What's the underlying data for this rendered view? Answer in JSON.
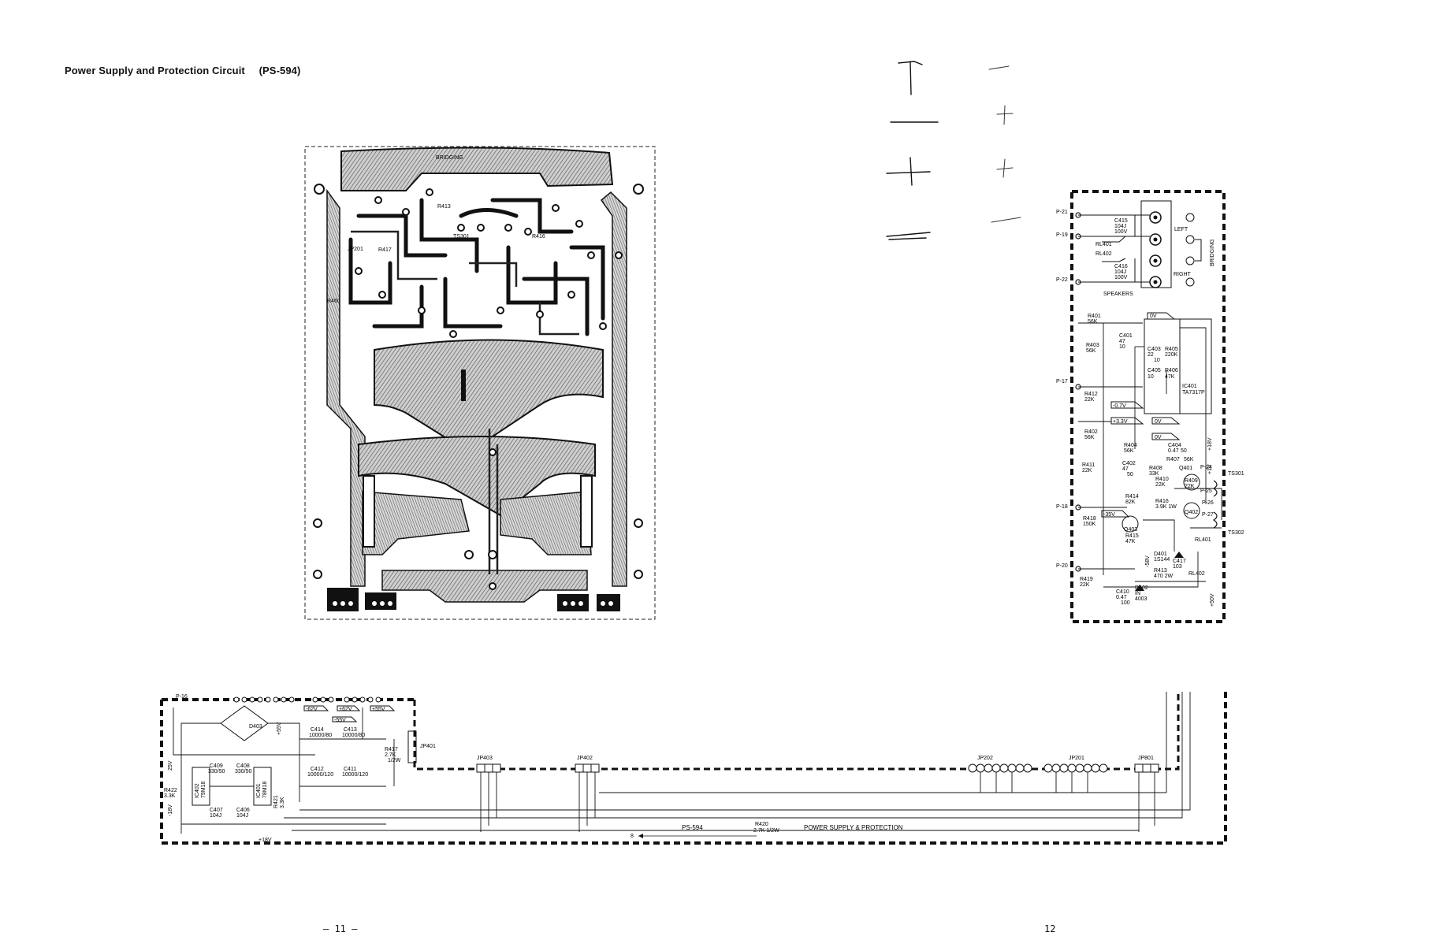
{
  "title": {
    "text": "Power Supply and Protection Circuit",
    "model": "(PS-594)"
  },
  "page_numbers": {
    "left": "– 11 –",
    "right": "12"
  },
  "pcb": {
    "labels": {
      "bridging": "BRIDGING",
      "r413": "R413",
      "r417": "R417",
      "r460": "R460",
      "ts301": "TS301",
      "r416": "R416",
      "jp201": "JP201"
    }
  },
  "protection": {
    "inputs": [
      "P-21",
      "P-19",
      "P-22",
      "P-17",
      "P-18",
      "P-20"
    ],
    "speaker": {
      "left": "LEFT",
      "right": "RIGHT",
      "bridging": "BRIDGING",
      "speakers": "SPEAKERS",
      "c415": [
        "C415",
        "104J",
        "100V"
      ],
      "c416": [
        "C416",
        "104J",
        "100V"
      ],
      "rl401": "RL401",
      "rl402": "RL402"
    },
    "ic": [
      "IC401",
      "TA7317P"
    ],
    "voltages": [
      "0V",
      "-0.7V",
      "+3.3V",
      "0V",
      "0V",
      "-35V",
      "+18V",
      "+1V",
      "-58V",
      "+50V"
    ],
    "parts": [
      [
        "R401",
        "56K"
      ],
      [
        "R403",
        "56K"
      ],
      [
        "C401",
        "47",
        "10"
      ],
      [
        "C403",
        "22",
        "10"
      ],
      [
        "R405",
        "220K"
      ],
      [
        "C405",
        "10"
      ],
      [
        "R406",
        "47K"
      ],
      [
        "R412",
        "22K"
      ],
      [
        "R402",
        "56K"
      ],
      [
        "R404",
        "56K"
      ],
      [
        "C402",
        "47",
        "50"
      ],
      [
        "C404",
        "0.47",
        "50"
      ],
      [
        "R407",
        "56K"
      ],
      [
        "R408",
        "33K"
      ],
      [
        "Q401"
      ],
      [
        "R411",
        "22K"
      ],
      [
        "R410",
        "22K"
      ],
      [
        "R409",
        "22K"
      ],
      [
        "R414",
        "82K"
      ],
      [
        "R416",
        "3.9K 1W"
      ],
      [
        "Q402"
      ],
      [
        "R418",
        "150K"
      ],
      [
        "Q403"
      ],
      [
        "R415",
        "47K"
      ],
      [
        "D401",
        "1S144"
      ],
      [
        "R413",
        "470 2W"
      ],
      [
        "C417",
        "103"
      ],
      [
        "R419",
        "22K"
      ],
      [
        "C410",
        "0.47",
        "100"
      ],
      [
        "D402",
        "IN",
        "4003"
      ],
      [
        "RL401"
      ],
      [
        "RL402"
      ]
    ],
    "terminals": [
      "P-24",
      "P-25",
      "P-26",
      "P-27",
      "TS301",
      "TS302"
    ]
  },
  "power": {
    "p16": "P-16",
    "rails": [
      "-62V",
      "+62V",
      "-55V",
      "+55V",
      "+55V",
      "+18V",
      "-18V",
      "25V"
    ],
    "d403": "D403",
    "parts": [
      [
        "C414",
        "10000/80"
      ],
      [
        "C413",
        "10000/80"
      ],
      [
        "C412",
        "10000/120"
      ],
      [
        "C411",
        "10000/120"
      ],
      [
        "C409",
        "330/50"
      ],
      [
        "C408",
        "330/50"
      ],
      [
        "IC402",
        "79M18"
      ],
      [
        "IC401",
        "78M18"
      ],
      [
        "C407",
        "104J"
      ],
      [
        "C406",
        "104J"
      ],
      [
        "R421",
        "3.3K"
      ],
      [
        "R422",
        "3.3K"
      ],
      [
        "R417",
        "2.7K",
        "1/2W"
      ]
    ],
    "connectors": [
      "JP401",
      "JP403",
      "JP402",
      "JP202",
      "JP201",
      "JP801"
    ],
    "board_name": "PS-594",
    "r420": [
      "R420",
      "2.7K 1/2W"
    ],
    "block_name": "POWER SUPPLY & PROTECTION",
    "arrow_label": "8"
  },
  "sketch_marks": true
}
